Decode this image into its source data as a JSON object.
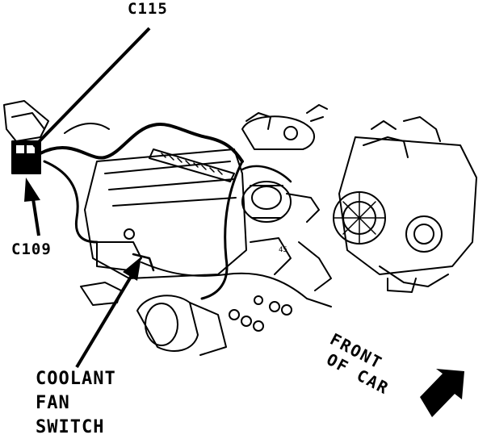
{
  "labels": {
    "c115": "C115",
    "c109": "C109",
    "coolant_line1": "COOLANT",
    "coolant_line2": "FAN",
    "coolant_line3": "SWITCH",
    "front_line1": "FRONT",
    "front_line2": "OF CAR",
    "small_mark": "45"
  },
  "colors": {
    "ink": "#000000",
    "paper": "#ffffff"
  },
  "icons": {
    "pointer": "arrow",
    "direction": "arrow-down-right"
  }
}
